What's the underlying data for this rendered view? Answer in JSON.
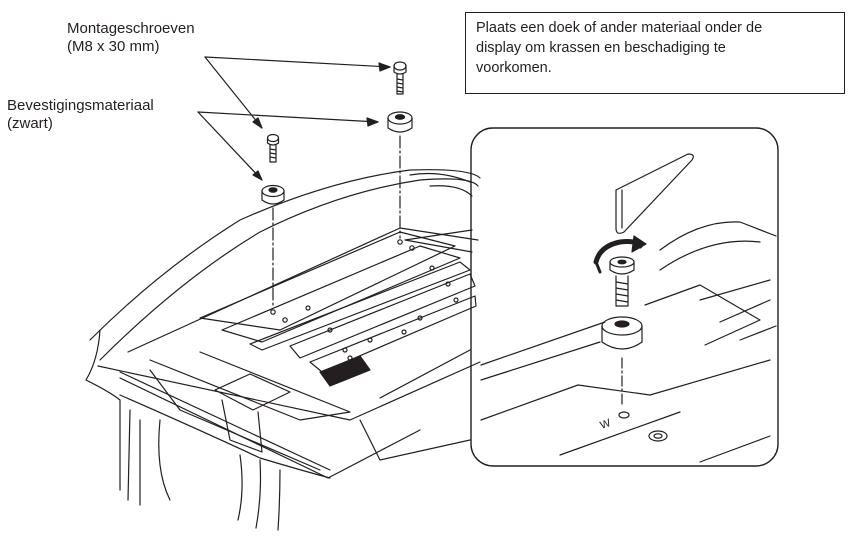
{
  "labels": {
    "screws_line1": "Montageschroeven",
    "screws_line2": "(M8 x 30 mm)",
    "mount_line1": "Bevestigingsmateriaal",
    "mount_line2": "(zwart)",
    "note_line1": "Plaats een doek of ander materiaal onder de",
    "note_line2": "display om krassen en beschadiging te",
    "note_line3": "voorkomen.",
    "detail_mark": "W"
  }
}
